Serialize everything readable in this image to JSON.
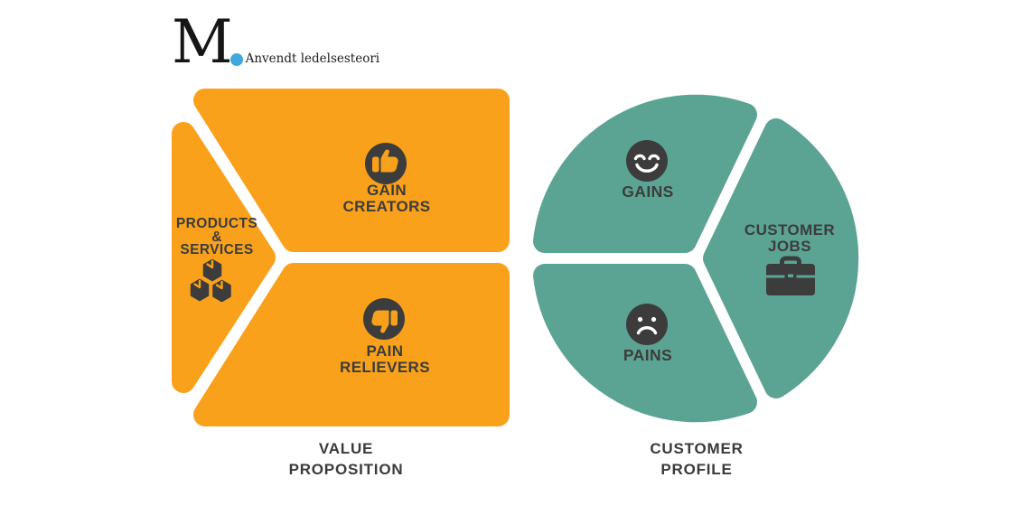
{
  "logo": {
    "mark": "M",
    "tagline": "Anvendt ledelsesteori"
  },
  "colors": {
    "orange": "#F9A11B",
    "teal": "#5BA494",
    "dark": "#3C3C3C",
    "logo_dot_blue": "#41A8DD"
  },
  "value_proposition": {
    "title": "VALUE\nPROPOSITION",
    "products_services_label": "PRODUCTS\n&\nSERVICES",
    "gain_creators_label": "GAIN\nCREATORS",
    "pain_relievers_label": "PAIN\nRELIEVERS"
  },
  "customer_profile": {
    "title": "CUSTOMER\nPROFILE",
    "gains_label": "GAINS",
    "pains_label": "PAINS",
    "customer_jobs_label": "CUSTOMER\nJOBS"
  },
  "icons": {
    "products_services": "stacked-boxes-icon",
    "gain_creators": "thumbs-up-icon",
    "pain_relievers": "thumbs-down-icon",
    "gains": "happy-face-icon",
    "pains": "sad-face-icon",
    "customer_jobs": "briefcase-icon"
  }
}
